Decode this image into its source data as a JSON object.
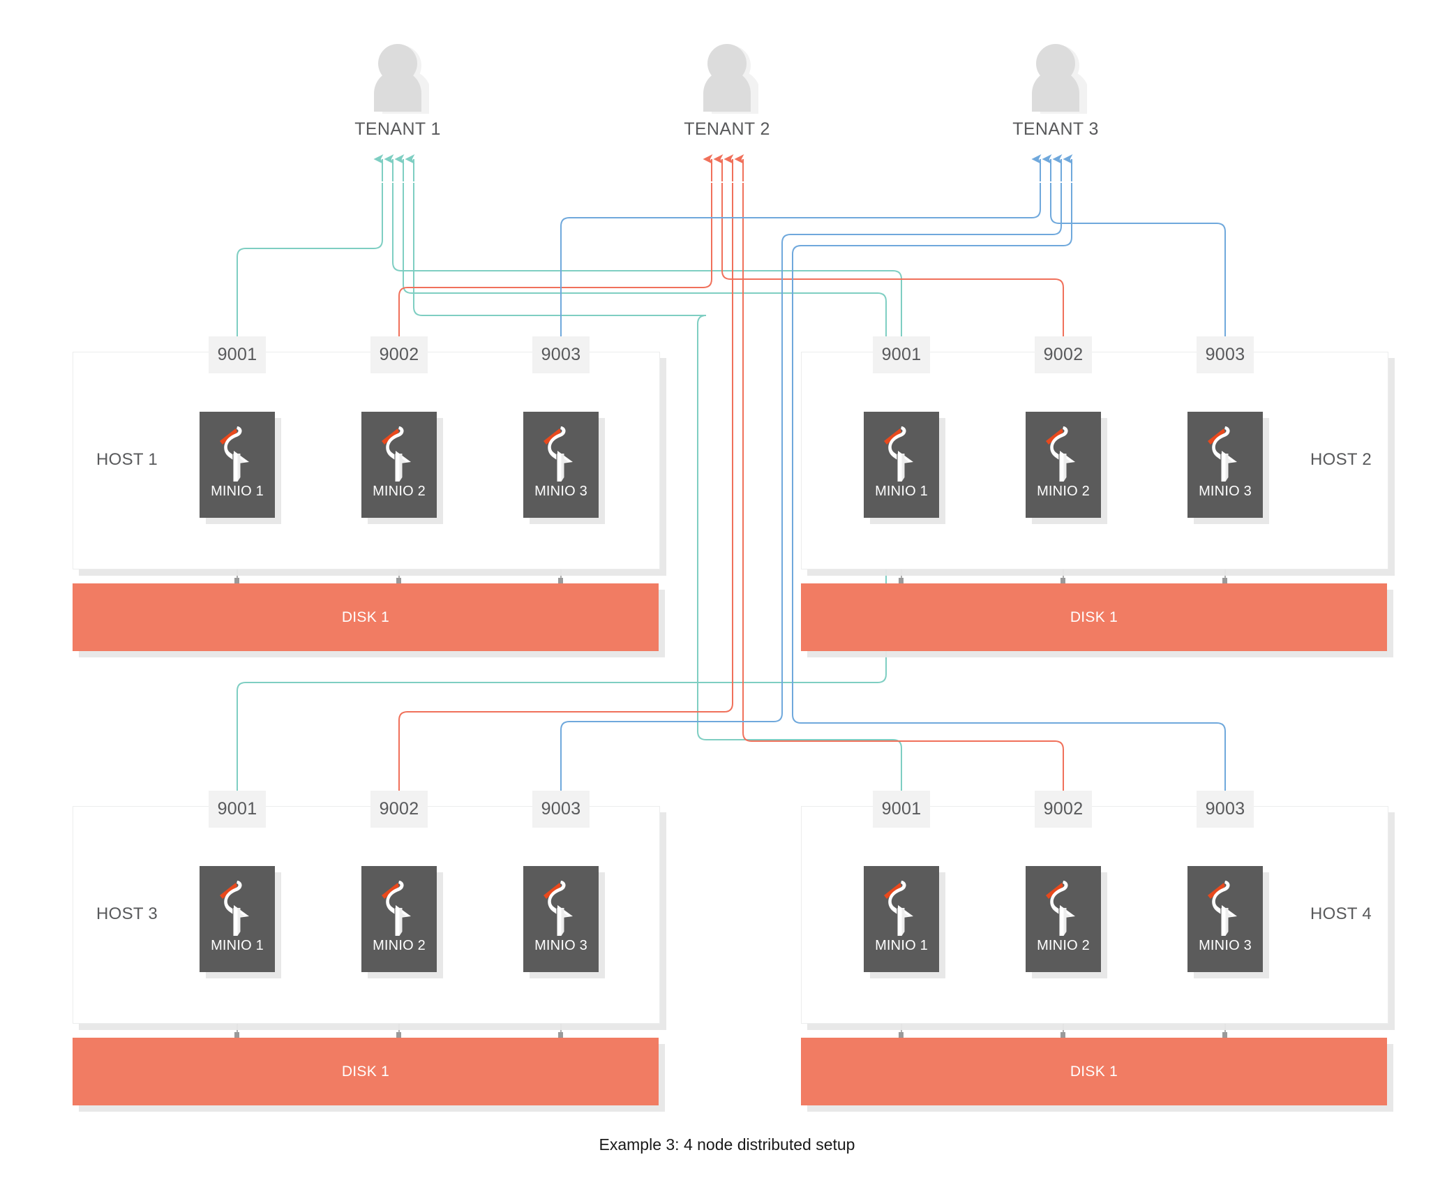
{
  "diagram": {
    "caption": "Example 3: 4 node distributed setup",
    "colors": {
      "tenant1": "#7ecec2",
      "tenant2": "#f0705a",
      "tenant3": "#6fa8dc",
      "disk": "#f17c63",
      "node": "#5b5b5b",
      "beak": "#e8491d",
      "text": "#58595b",
      "chip": "#f2f2f2",
      "shadow": "#e7e7e7"
    },
    "tenants": [
      {
        "id": "tenant-1",
        "label": "TENANT 1",
        "color": "#7ecec2",
        "icon": "user-avatar-icon",
        "arrow_count": 4
      },
      {
        "id": "tenant-2",
        "label": "TENANT 2",
        "color": "#f0705a",
        "icon": "user-avatar-icon",
        "arrow_count": 4
      },
      {
        "id": "tenant-3",
        "label": "TENANT 3",
        "color": "#6fa8dc",
        "icon": "user-avatar-icon",
        "arrow_count": 4
      }
    ],
    "hosts": [
      {
        "id": "host-1",
        "label": "HOST 1",
        "label_side": "left",
        "disk": {
          "label": "DISK 1"
        },
        "ports": [
          "9001",
          "9002",
          "9003"
        ],
        "nodes": [
          {
            "label": "MINIO 1",
            "port": "9001",
            "tenant": "TENANT 1",
            "color": "#7ecec2"
          },
          {
            "label": "MINIO 2",
            "port": "9002",
            "tenant": "TENANT 2",
            "color": "#f0705a"
          },
          {
            "label": "MINIO 3",
            "port": "9003",
            "tenant": "TENANT 3",
            "color": "#6fa8dc"
          }
        ]
      },
      {
        "id": "host-2",
        "label": "HOST 2",
        "label_side": "right",
        "disk": {
          "label": "DISK 1"
        },
        "ports": [
          "9001",
          "9002",
          "9003"
        ],
        "nodes": [
          {
            "label": "MINIO 1",
            "port": "9001",
            "tenant": "TENANT 1",
            "color": "#7ecec2"
          },
          {
            "label": "MINIO 2",
            "port": "9002",
            "tenant": "TENANT 2",
            "color": "#f0705a"
          },
          {
            "label": "MINIO 3",
            "port": "9003",
            "tenant": "TENANT 3",
            "color": "#6fa8dc"
          }
        ]
      },
      {
        "id": "host-3",
        "label": "HOST 3",
        "label_side": "left",
        "disk": {
          "label": "DISK 1"
        },
        "ports": [
          "9001",
          "9002",
          "9003"
        ],
        "nodes": [
          {
            "label": "MINIO 1",
            "port": "9001",
            "tenant": "TENANT 1",
            "color": "#7ecec2"
          },
          {
            "label": "MINIO 2",
            "port": "9002",
            "tenant": "TENANT 2",
            "color": "#f0705a"
          },
          {
            "label": "MINIO 3",
            "port": "9003",
            "tenant": "TENANT 3",
            "color": "#6fa8dc"
          }
        ]
      },
      {
        "id": "host-4",
        "label": "HOST 4",
        "label_side": "right",
        "disk": {
          "label": "DISK 1"
        },
        "ports": [
          "9001",
          "9002",
          "9003"
        ],
        "nodes": [
          {
            "label": "MINIO 1",
            "port": "9001",
            "tenant": "TENANT 1",
            "color": "#7ecec2"
          },
          {
            "label": "MINIO 2",
            "port": "9002",
            "tenant": "TENANT 2",
            "color": "#f0705a"
          },
          {
            "label": "MINIO 3",
            "port": "9003",
            "tenant": "TENANT 3",
            "color": "#6fa8dc"
          }
        ]
      }
    ]
  }
}
